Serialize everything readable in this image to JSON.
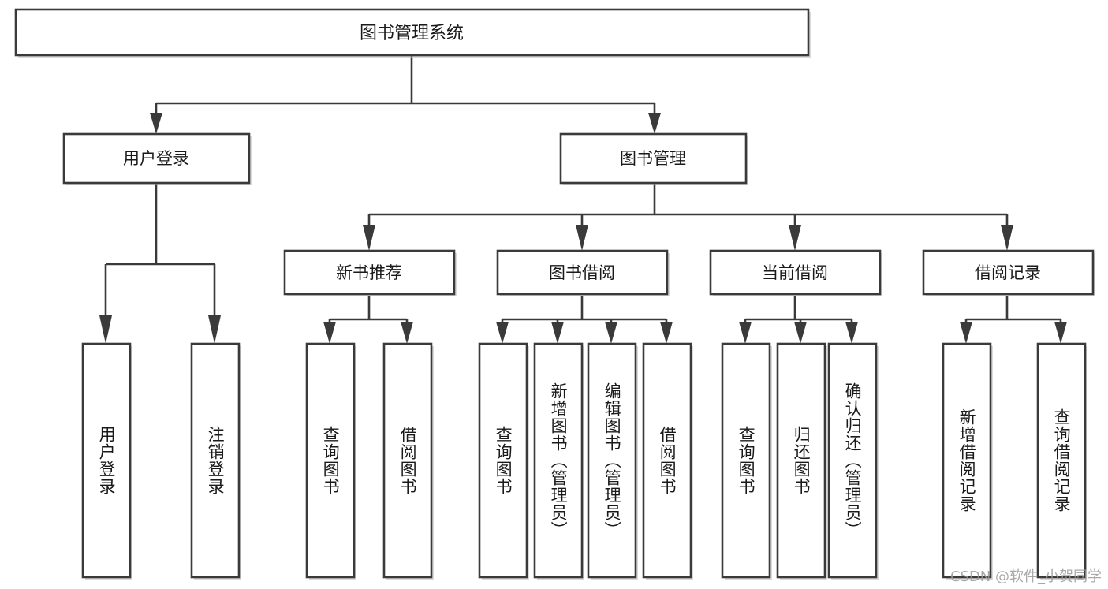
{
  "diagram": {
    "type": "tree",
    "title": "图书管理系统",
    "orientation": "top-down",
    "colors": {
      "box_stroke": "#3a3a3a",
      "box_fill": "#ffffff",
      "connector": "#3a3a3a",
      "text": "#1a1a1a",
      "background": "#ffffff",
      "watermark": "#9a9a9a"
    },
    "root": {
      "label": "图书管理系统",
      "orientation": "horizontal"
    },
    "level2": [
      {
        "label": "用户登录",
        "orientation": "horizontal"
      },
      {
        "label": "图书管理",
        "orientation": "horizontal"
      }
    ],
    "level3": [
      {
        "label": "新书推荐",
        "orientation": "horizontal"
      },
      {
        "label": "图书借阅",
        "orientation": "horizontal"
      },
      {
        "label": "当前借阅",
        "orientation": "horizontal"
      },
      {
        "label": "借阅记录",
        "orientation": "horizontal"
      }
    ],
    "leaves": {
      "user_login": [
        {
          "label": "用户登录",
          "orientation": "vertical"
        },
        {
          "label": "注销登录",
          "orientation": "vertical"
        }
      ],
      "new_book_recommend": [
        {
          "label": "查询图书",
          "orientation": "vertical"
        },
        {
          "label": "借阅图书",
          "orientation": "vertical"
        }
      ],
      "book_borrow": [
        {
          "label": "查询图书",
          "orientation": "vertical"
        },
        {
          "label": "新增图书（管理员）",
          "orientation": "vertical"
        },
        {
          "label": "编辑图书（管理员）",
          "orientation": "vertical"
        },
        {
          "label": "借阅图书",
          "orientation": "vertical"
        }
      ],
      "current_borrow": [
        {
          "label": "查询图书",
          "orientation": "vertical"
        },
        {
          "label": "归还图书",
          "orientation": "vertical"
        },
        {
          "label": "确认归还（管理员）",
          "orientation": "vertical"
        }
      ],
      "borrow_record": [
        {
          "label": "新增借阅记录",
          "orientation": "vertical"
        },
        {
          "label": "查询借阅记录",
          "orientation": "vertical"
        }
      ]
    },
    "watermark": "CSDN @软件_小贺同学"
  }
}
